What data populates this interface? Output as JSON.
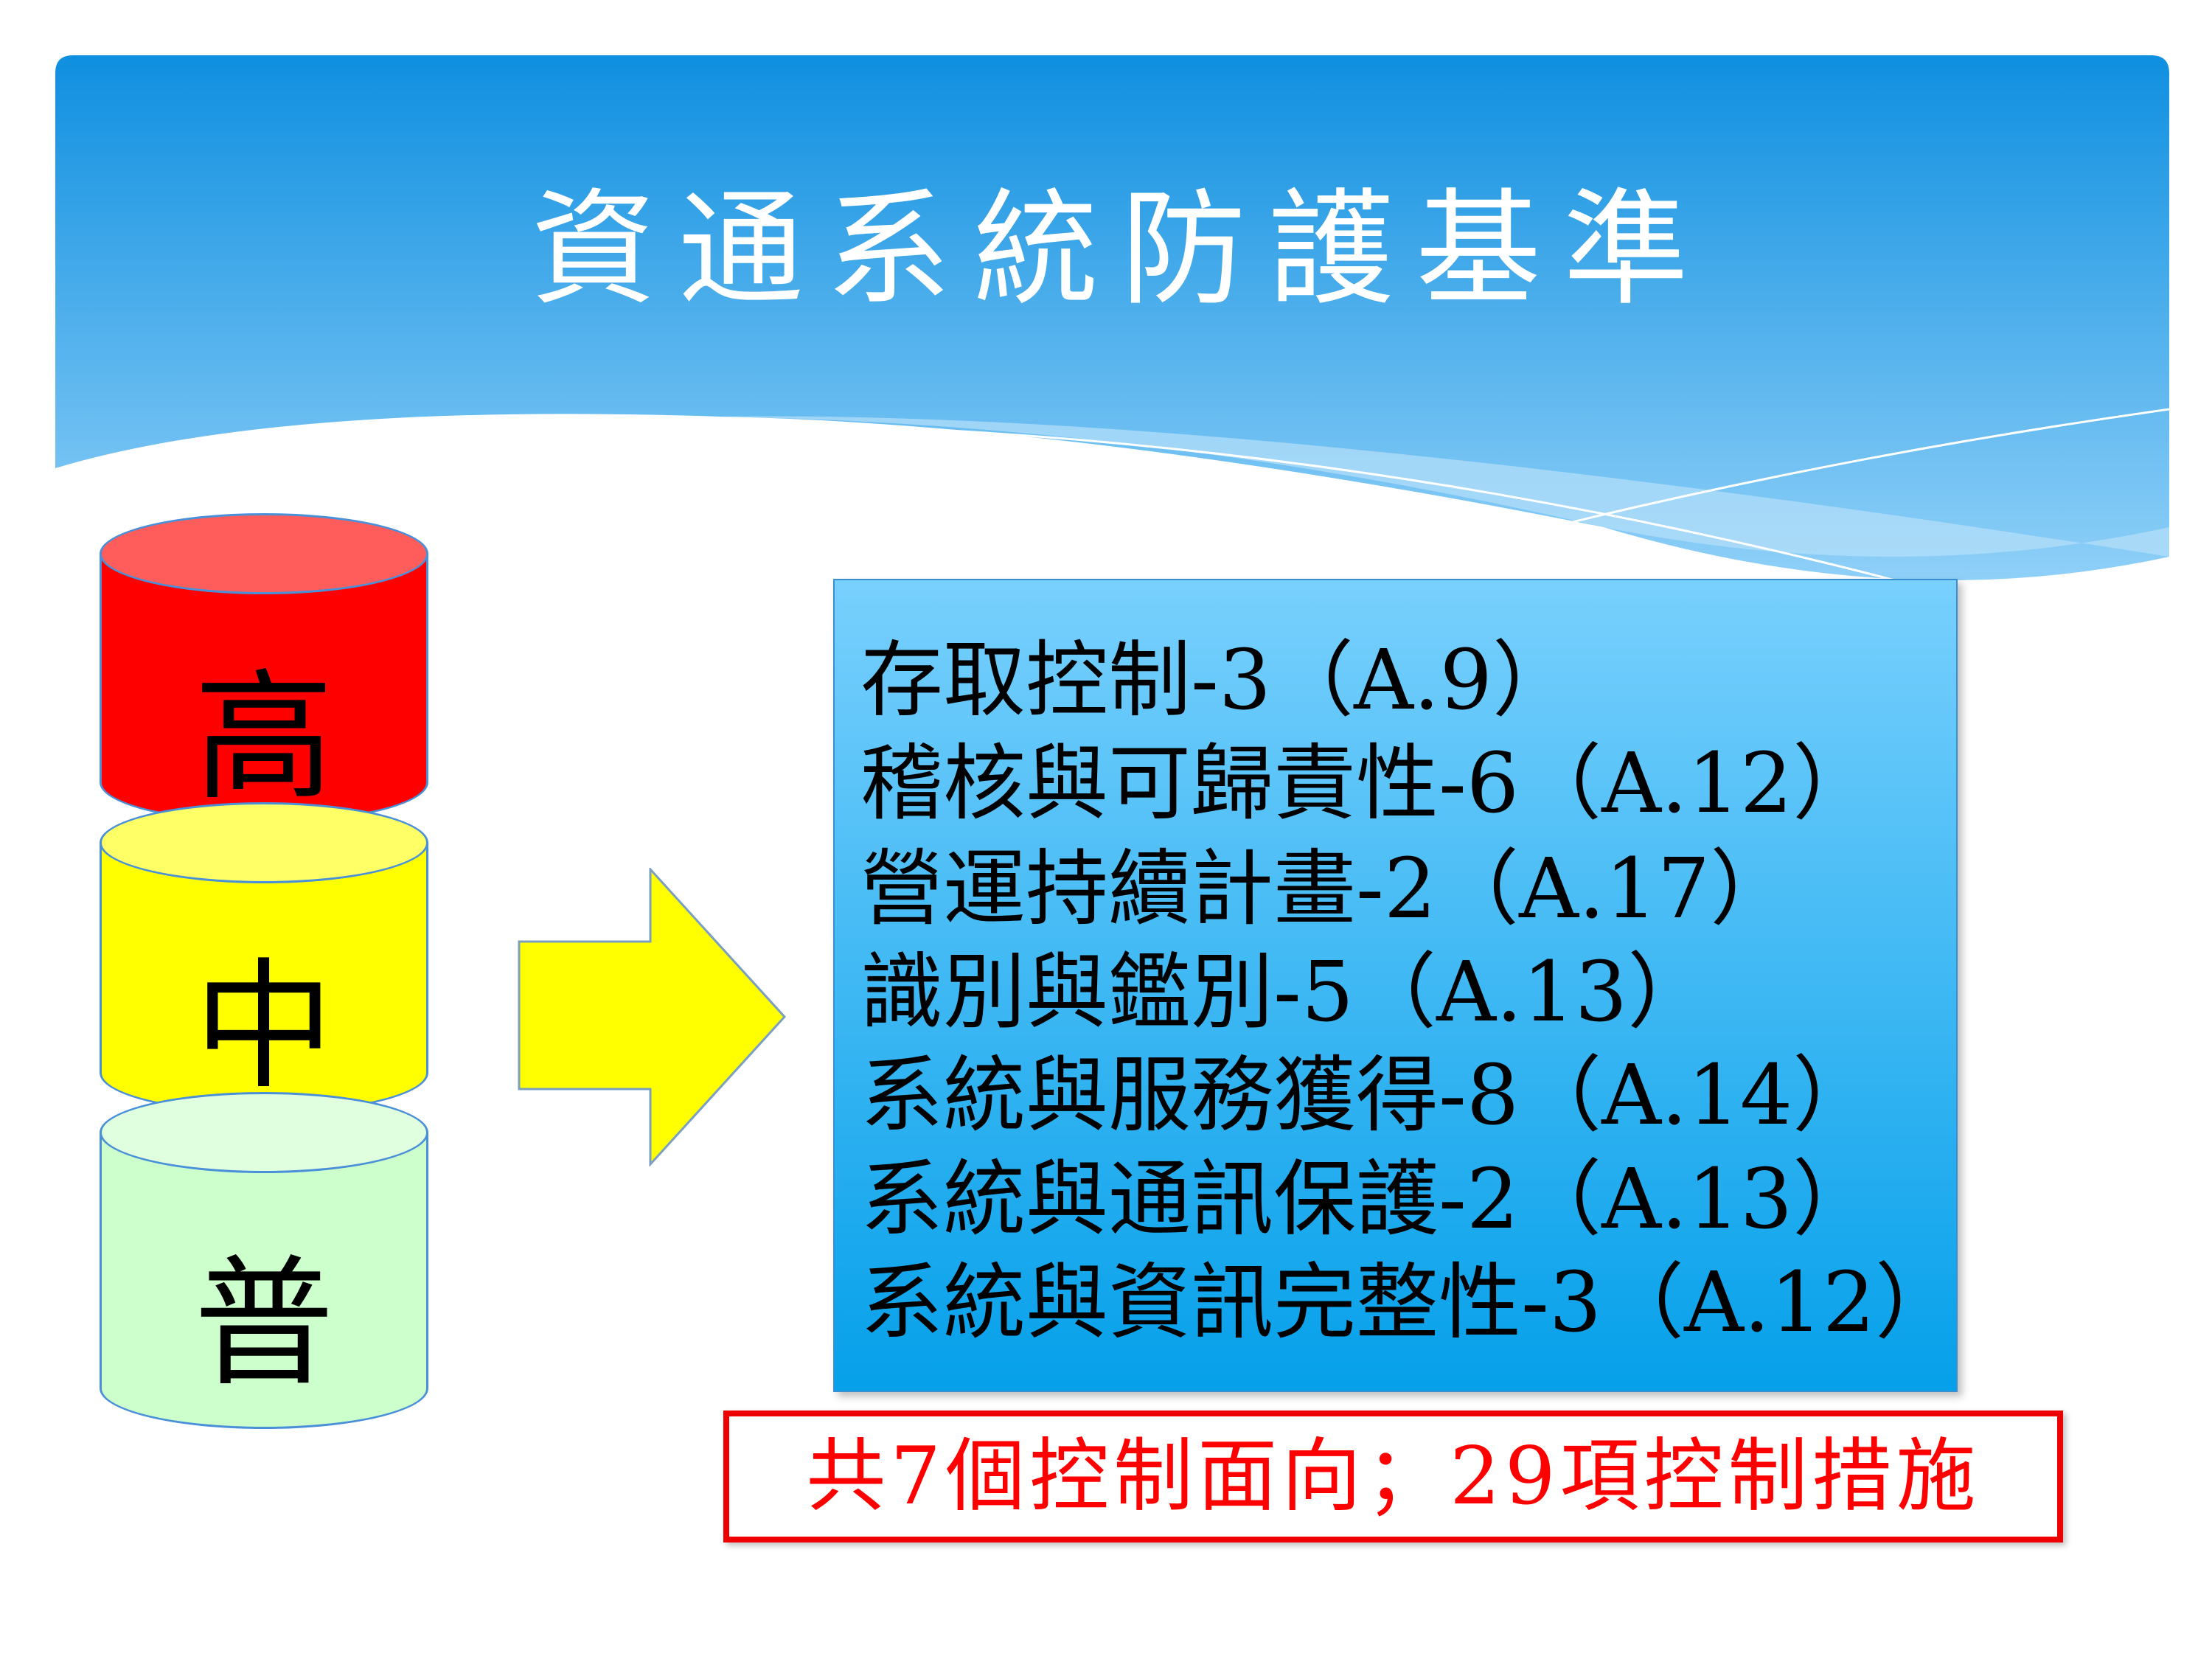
{
  "slide": {
    "title": "資通系統防護基準",
    "levels": [
      {
        "label": "高",
        "color": "#ff0000"
      },
      {
        "label": "中",
        "color": "#ffff00"
      },
      {
        "label": "普",
        "color": "#ccffcc"
      }
    ],
    "controls": [
      "存取控制-3（A.9）",
      "稽核與可歸責性-6（A.12）",
      "營運持續計畫-2（A.17）",
      "識別與鑑別-5（A.13）",
      "系統與服務獲得-8（A.14）",
      "系統與通訊保護-2（A.13）",
      "系統與資訊完整性-3（A.12）"
    ],
    "summary": "共7個控制面向；29項控制措施",
    "colors": {
      "header": "#1592e0",
      "box": "#05a0ea",
      "summary_border": "#ee0000",
      "arrow": "#ffff00"
    }
  }
}
